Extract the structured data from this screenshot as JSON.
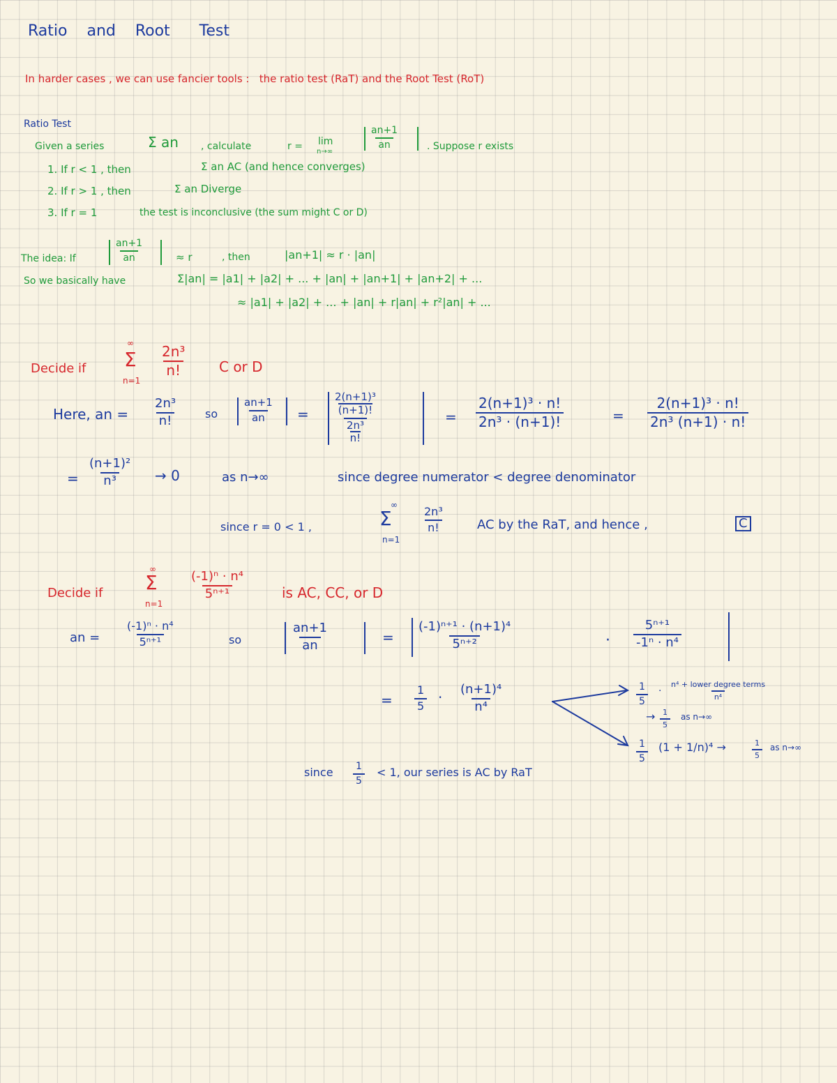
{
  "title": {
    "word1": "Ratio",
    "word2": "and",
    "word3": "Root",
    "word4": "Test"
  },
  "intro": {
    "part1": "In harder cases , we can use fancier tools :",
    "part2": "the ratio test (RaT) and the Root Test (RoT)"
  },
  "ratio_test": {
    "heading": "Ratio Test",
    "given": "Given a series",
    "sum_an": "Σ an",
    "calc": ", calculate",
    "r_eq": "r =",
    "lim": "lim",
    "lim_sub": "n→∞",
    "ratio_num": "an+1",
    "ratio_den": "an",
    "suppose": ". Suppose   r exists",
    "item1_a": "1. If r < 1 , then",
    "item1_b": "Σ an AC (and hence converges)",
    "item2_a": "2. If r > 1 , then",
    "item2_b": "Σ an Diverge",
    "item3_a": "3. If r = 1",
    "item3_b": "the test is inconclusive (the sum might C or D)"
  },
  "idea": {
    "label": "The idea: If",
    "num": "an+1",
    "den": "an",
    "approx_r": "≈ r",
    "then": ", then",
    "then_expr": "|an+1| ≈ r · |an|",
    "so": "So we basically have",
    "line1": "Σ|an| = |a1| + |a2| + ... + |an| + |an+1| + |an+2| + ...",
    "line2": "≈ |a1| + |a2| + ... + |an| + r|an| + r²|an| + ..."
  },
  "ex1": {
    "decide": "Decide if",
    "sum_top": "∞",
    "sum_sym": "Σ",
    "sum_bot": "n=1",
    "num": "2n³",
    "den": "n!",
    "suffix": "C or D",
    "here": "Here, an =",
    "an_num": "2n³",
    "an_den": "n!",
    "so": "so",
    "ratio_num": "an+1",
    "ratio_den": "an",
    "eq": "=",
    "big_num_num": "2(n+1)³",
    "big_num_den": "(n+1)!",
    "big_den_num": "2n³",
    "big_den_den": "n!",
    "eq2": "=",
    "s2_num": "2(n+1)³ · n!",
    "s2_den": "2n³ · (n+1)!",
    "eq3": "=",
    "s3_num": "2(n+1)³ · n!",
    "s3_den": "2n³ (n+1) · n!",
    "eq4": "=",
    "s4_num": "(n+1)²",
    "s4_den": "n³",
    "limit": "→ 0",
    "as": "as n→∞",
    "since_degree": "since degree numerator < degree denominator",
    "since_r": "since r = 0 < 1 ,",
    "c_sum_top": "∞",
    "c_sum_sym": "Σ",
    "c_sum_bot": "n=1",
    "c_num": "2n³",
    "c_den": "n!",
    "conclusion": "AC by the RaT, and hence ,",
    "boxed": "C"
  },
  "ex2": {
    "decide": "Decide if",
    "sum_top": "∞",
    "sum_sym": "Σ",
    "sum_bot": "n=1",
    "num": "(-1)ⁿ · n⁴",
    "den": "5ⁿ⁺¹",
    "suffix": "is AC, CC, or D",
    "an_label": "an =",
    "an_num": "(-1)ⁿ · n⁴",
    "an_den": "5ⁿ⁺¹",
    "so": "so",
    "ratio_num": "an+1",
    "ratio_den": "an",
    "eq": "=",
    "big_num": "(-1)ⁿ⁺¹  ·  (n+1)⁴",
    "big_den": "5ⁿ⁺²",
    "dot": "·",
    "inv_num": "5ⁿ⁺¹",
    "inv_den": "-1ⁿ · n⁴",
    "eq2": "=",
    "one": "1",
    "five": "5",
    "dot2": "·",
    "s2_num": "(n+1)⁴",
    "s2_den": "n⁴",
    "b1_one": "1",
    "b1_five": "5",
    "b1_num": "n⁴ + lower degree terms",
    "b1_den": "n⁴",
    "b1_limit": "→",
    "b1_lone": "1",
    "b1_lfive": "5",
    "b1_as": "as n→∞",
    "b2_one": "1",
    "b2_five": "5",
    "b2_expr": "(1 + 1/n)⁴ →",
    "b2_lone": "1",
    "b2_lfive": "5",
    "b2_as": "as n→∞",
    "since": "since",
    "since_one": "1",
    "since_five": "5",
    "since_rest": "< 1, our series is   AC by   RaT"
  }
}
